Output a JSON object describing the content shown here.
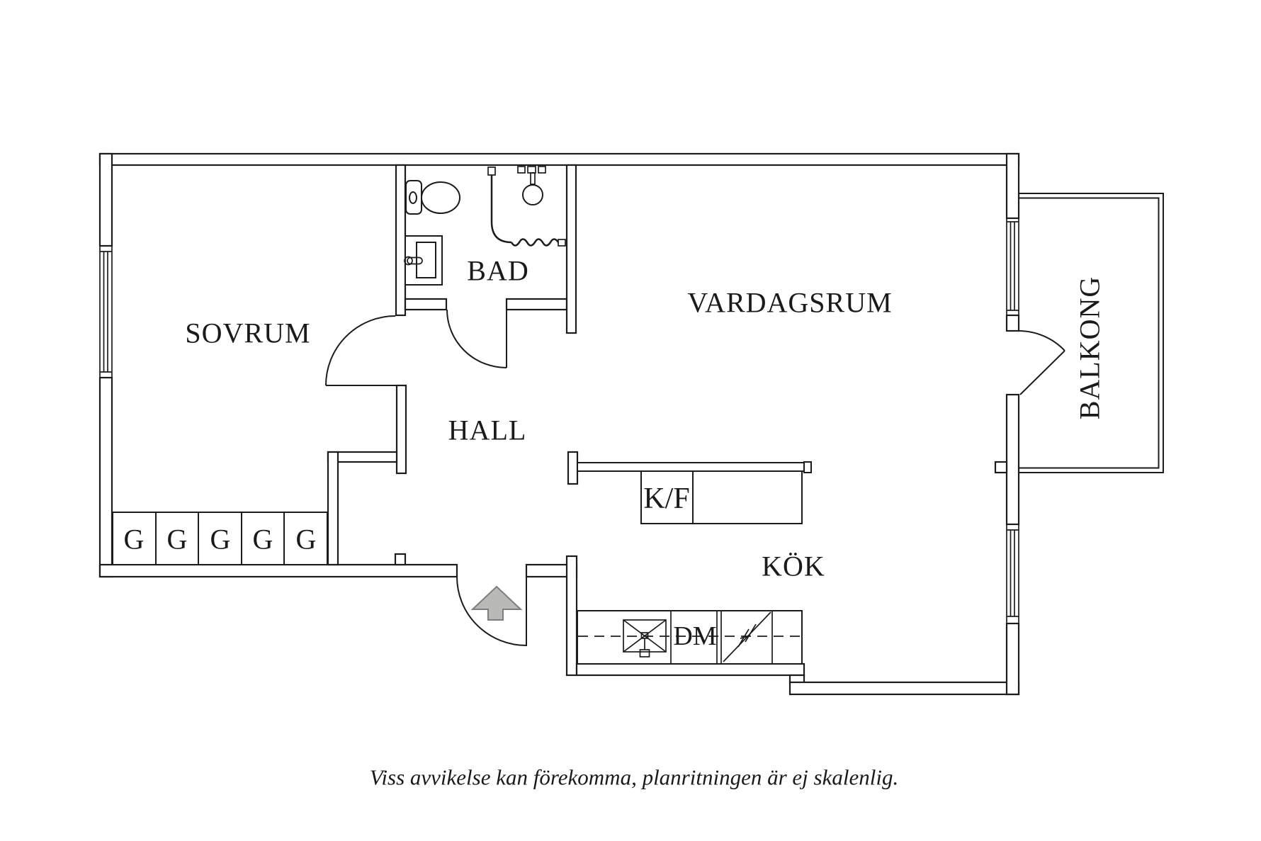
{
  "colors": {
    "background": "#ffffff",
    "line": "#1c1c1c",
    "text": "#1a1a1a",
    "arrow_fill": "#b9b9b7",
    "arrow_stroke": "#7e7e7c"
  },
  "floor_plan": {
    "rooms": [
      {
        "id": "sovrum",
        "label": "SOVRUM"
      },
      {
        "id": "bad",
        "label": "BAD"
      },
      {
        "id": "hall",
        "label": "HALL"
      },
      {
        "id": "vardagsrum",
        "label": "VARDAGSRUM"
      },
      {
        "id": "kok",
        "label": "KÖK"
      },
      {
        "id": "balkong",
        "label": "BALKONG"
      }
    ],
    "fixtures": {
      "wardrobes": [
        "G",
        "G",
        "G",
        "G",
        "G"
      ],
      "fridge_freezer_label": "K/F",
      "dishwasher_label": "DM"
    },
    "caption": "Viss avvikelse kan förekomma, planritningen är ej skalenlig."
  }
}
